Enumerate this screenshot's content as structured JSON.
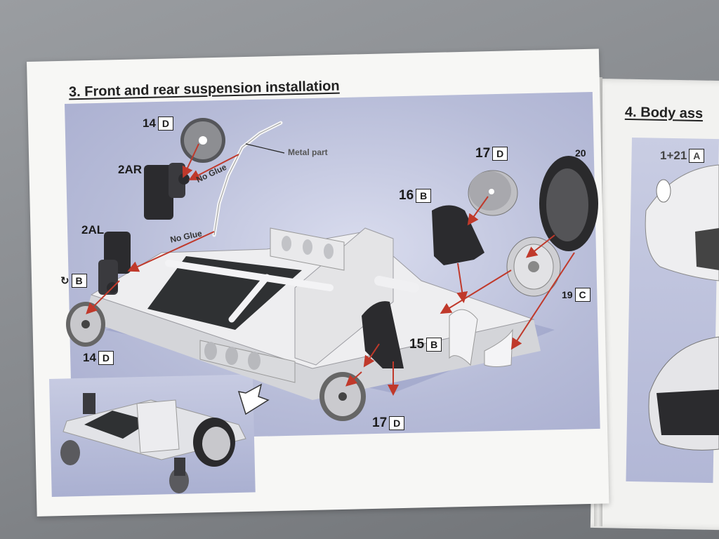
{
  "left_page": {
    "heading": "3. Front and rear suspension installation"
  },
  "right_page": {
    "heading": "4. Body ass",
    "label_number": "1+21",
    "label_letter": "A"
  },
  "labels": {
    "p14_top": {
      "num": "14",
      "letter": "D"
    },
    "p2AR": {
      "num": "2AR"
    },
    "p2AL": {
      "num": "2AL"
    },
    "rotate_b": {
      "letter": "B"
    },
    "p14_bottom": {
      "num": "14",
      "letter": "D"
    },
    "p17_top": {
      "num": "17",
      "letter": "D"
    },
    "p20": {
      "num": "20"
    },
    "p16": {
      "num": "16",
      "letter": "B"
    },
    "p19": {
      "num": "19",
      "letter": "C"
    },
    "p15": {
      "num": "15",
      "letter": "B"
    },
    "p17_bottom": {
      "num": "17",
      "letter": "D"
    }
  },
  "notes": {
    "metal_part": "Metal part",
    "no_glue_top": "No Glue",
    "no_glue_left": "No Glue"
  },
  "colors": {
    "arrow": "#c0392b",
    "part_dark": "#2b2b2e",
    "chassis": "#e8e8ea"
  }
}
